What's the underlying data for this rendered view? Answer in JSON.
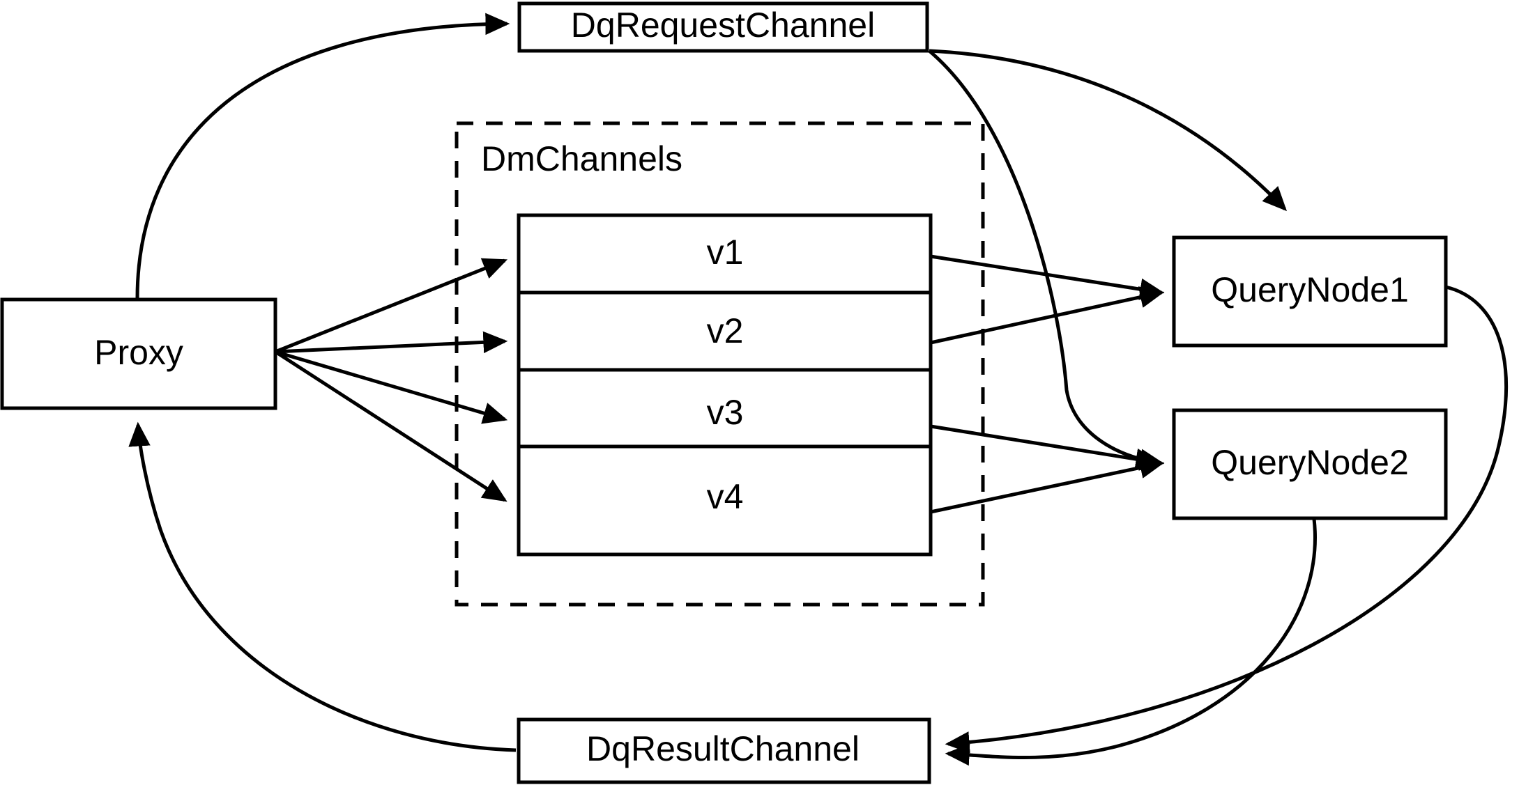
{
  "diagram": {
    "title": "Milvus distributed query channel flow",
    "background_color": "#ffffff",
    "stroke_color": "#000000",
    "nodes": {
      "proxy": {
        "label": "Proxy"
      },
      "dq_request_channel": {
        "label": "DqRequestChannel"
      },
      "dq_result_channel": {
        "label": "DqResultChannel"
      },
      "query_node_1": {
        "label": "QueryNode1"
      },
      "query_node_2": {
        "label": "QueryNode2"
      }
    },
    "group": {
      "label": "DmChannels",
      "style": "dashed"
    },
    "channels": [
      {
        "label": "v1"
      },
      {
        "label": "v2"
      },
      {
        "label": "v3"
      },
      {
        "label": "v4"
      }
    ],
    "edges": [
      {
        "from": "Proxy",
        "to": "DqRequestChannel",
        "arrow": "true"
      },
      {
        "from": "Proxy",
        "to": "v1",
        "arrow": "true"
      },
      {
        "from": "Proxy",
        "to": "v2",
        "arrow": "true"
      },
      {
        "from": "Proxy",
        "to": "v3",
        "arrow": "true"
      },
      {
        "from": "Proxy",
        "to": "v4",
        "arrow": "true"
      },
      {
        "from": "DqRequestChannel",
        "to": "QueryNode1",
        "arrow": "true"
      },
      {
        "from": "DqRequestChannel",
        "to": "QueryNode2",
        "arrow": "true"
      },
      {
        "from": "v1",
        "to": "QueryNode1",
        "arrow": "true"
      },
      {
        "from": "v2",
        "to": "QueryNode1",
        "arrow": "true"
      },
      {
        "from": "v3",
        "to": "QueryNode2",
        "arrow": "true"
      },
      {
        "from": "v4",
        "to": "QueryNode2",
        "arrow": "true"
      },
      {
        "from": "QueryNode1",
        "to": "DqResultChannel",
        "arrow": "true"
      },
      {
        "from": "QueryNode2",
        "to": "DqResultChannel",
        "arrow": "true"
      },
      {
        "from": "DqResultChannel",
        "to": "Proxy",
        "arrow": "true"
      }
    ]
  }
}
